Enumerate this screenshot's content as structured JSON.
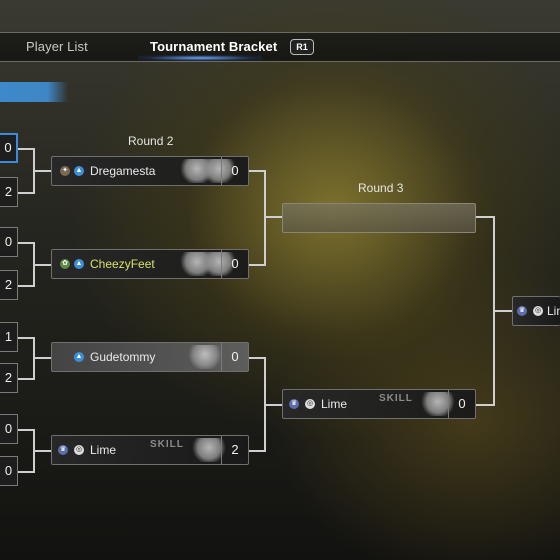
{
  "tabs": {
    "player_list": "Player List",
    "tournament_bracket": "Tournament Bracket",
    "r1_button": "R1"
  },
  "rounds": {
    "round2": "Round 2",
    "round3": "Round 3"
  },
  "left_scores": [
    "0",
    "2",
    "0",
    "2",
    "1",
    "2",
    "0",
    "0"
  ],
  "round2": [
    {
      "name": "Dregamesta",
      "score": "0"
    },
    {
      "name": "CheezyFeet",
      "score": "0"
    },
    {
      "name": "Gudetommy",
      "score": "0"
    },
    {
      "name": "Lime",
      "score": "2"
    }
  ],
  "round3": [
    {
      "name": "",
      "score": ""
    },
    {
      "name": "Lime",
      "score": "0"
    }
  ],
  "round4": [
    {
      "name": "Lin",
      "score": ""
    }
  ],
  "skill_text": "SKILL",
  "colors": {
    "accent_blue": "#3b8ce0",
    "highlight_name": "#d9e36a"
  }
}
